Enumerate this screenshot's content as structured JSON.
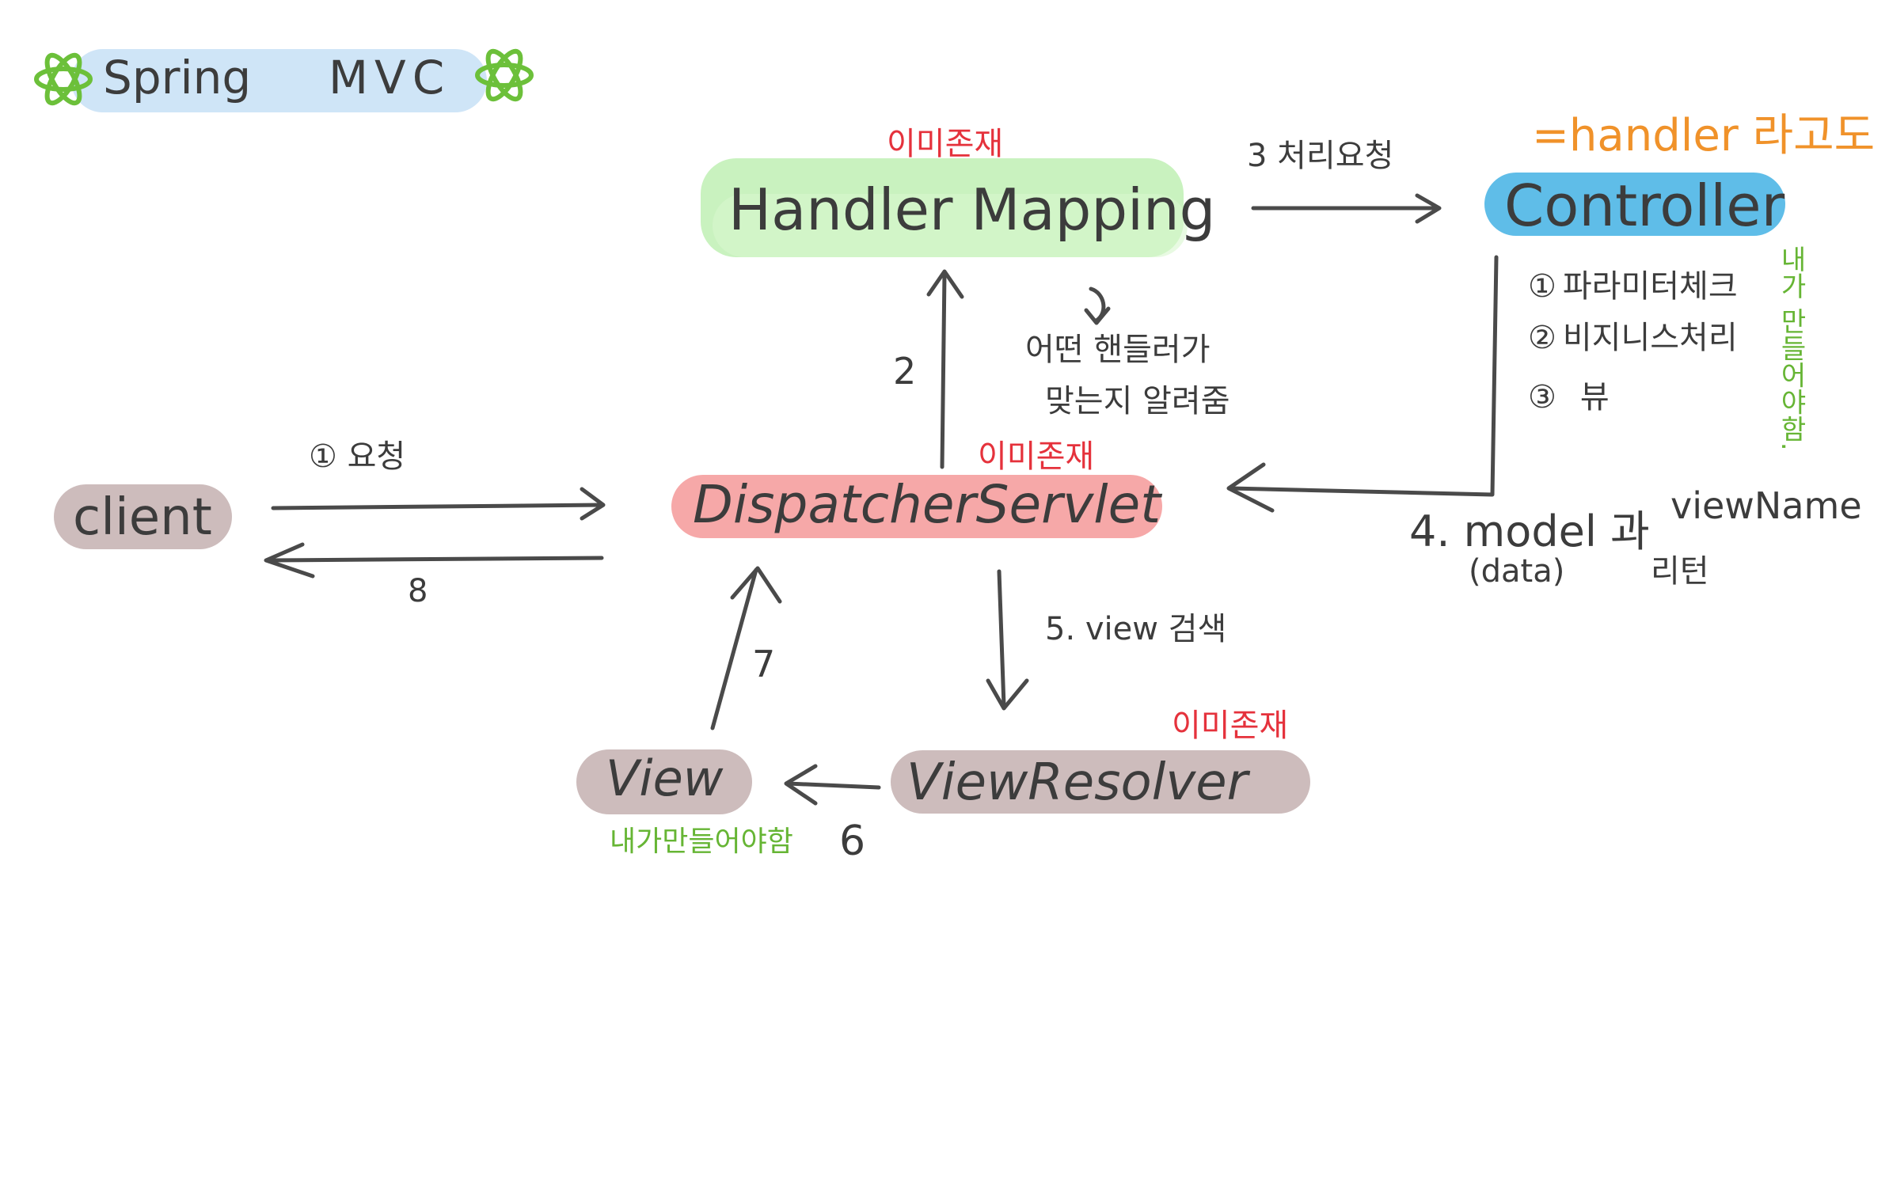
{
  "title": {
    "left": "Spring",
    "right": "MVC"
  },
  "colors": {
    "title_bg": "#cfe5f7",
    "spring_logo": "#6cc03a",
    "handler_mapping_bg": "#c9f2bf",
    "controller_bg": "#5fbde8",
    "dispatcher_bg": "#f6a8a8",
    "client_bg": "#cdbcbc",
    "view_bg": "#cdbcbc",
    "view_resolver_bg": "#cdbcbc",
    "annotation_red": "#e5323c",
    "annotation_orange": "#f0922a",
    "annotation_green": "#66b534"
  },
  "nodes": {
    "handler_mapping": {
      "label": "Handler Mapping",
      "note": "이미존재"
    },
    "controller": {
      "label": "Controller",
      "note_orange": "=handler 라고도 불림",
      "note_green": "내가 만들어야함."
    },
    "dispatcher": {
      "label": "DispatcherServlet",
      "note": "이미존재"
    },
    "client": {
      "label": "client"
    },
    "view": {
      "label": "View",
      "note": "내가만들어야함"
    },
    "view_resolver": {
      "label": "ViewResolver",
      "note": "이미존재"
    }
  },
  "controller_list": [
    {
      "num": "①",
      "text": "파라미터체크"
    },
    {
      "num": "②",
      "text": "비지니스처리"
    },
    {
      "num": "③",
      "text": "뷰"
    }
  ],
  "arrows": {
    "a1": "① 요청",
    "a2": "2",
    "a2_note_line1": "어떤 핸들러가",
    "a2_note_line2": "맞는지 알려줌",
    "a3": "3 처리요청",
    "a4_line1": "4. model 과",
    "a4_viewname": "viewName",
    "a4_data": "(data)",
    "a4_return": "리턴",
    "a5": "5. view 검색",
    "a6": "6",
    "a7": "7",
    "a8": "8"
  }
}
